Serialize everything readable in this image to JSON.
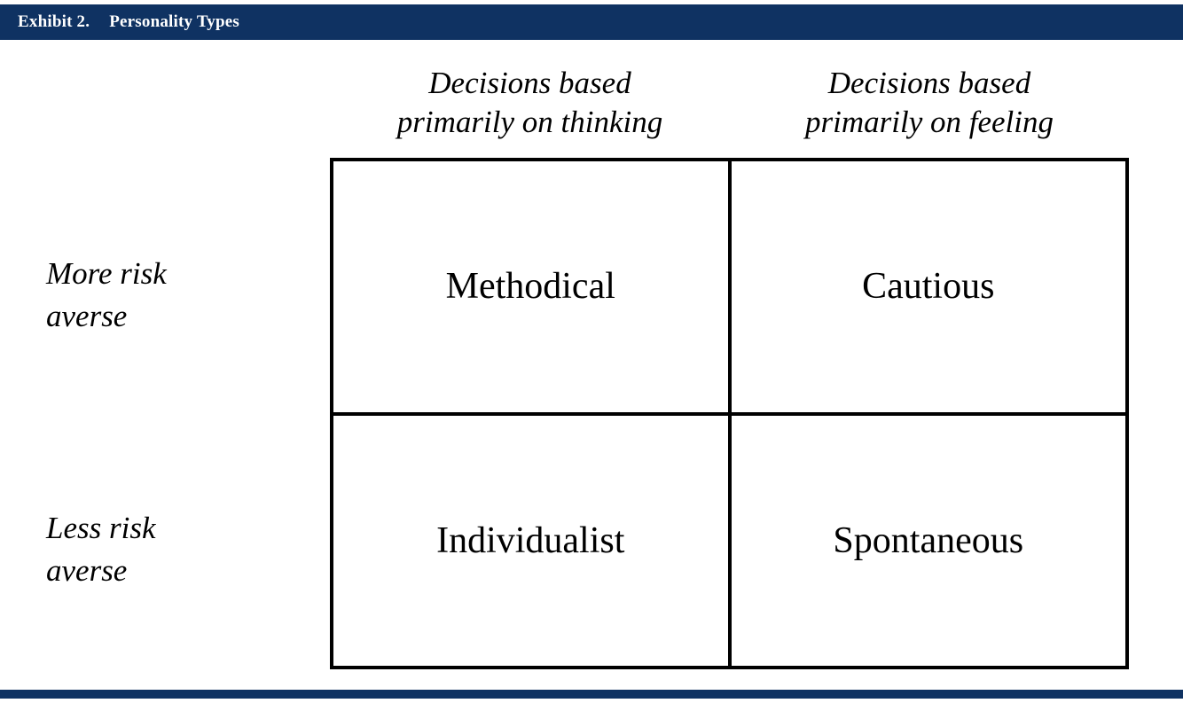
{
  "banner": {
    "number": "Exhibit 2.",
    "title": "Personality Types",
    "background_color": "#0F3262",
    "text_color": "#FFFFFF"
  },
  "matrix": {
    "column_headers": [
      {
        "line1": "Decisions based",
        "line2": "primarily on thinking"
      },
      {
        "line1": "Decisions based",
        "line2": "primarily on feeling"
      }
    ],
    "row_labels": [
      {
        "line1": "More risk",
        "line2": "averse"
      },
      {
        "line1": "Less risk",
        "line2": "averse"
      }
    ],
    "cells": [
      [
        "Methodical",
        "Cautious"
      ],
      [
        "Individualist",
        "Spontaneous"
      ]
    ],
    "border_color": "#000000"
  },
  "footer": {
    "rule_color": "#0F3262"
  }
}
